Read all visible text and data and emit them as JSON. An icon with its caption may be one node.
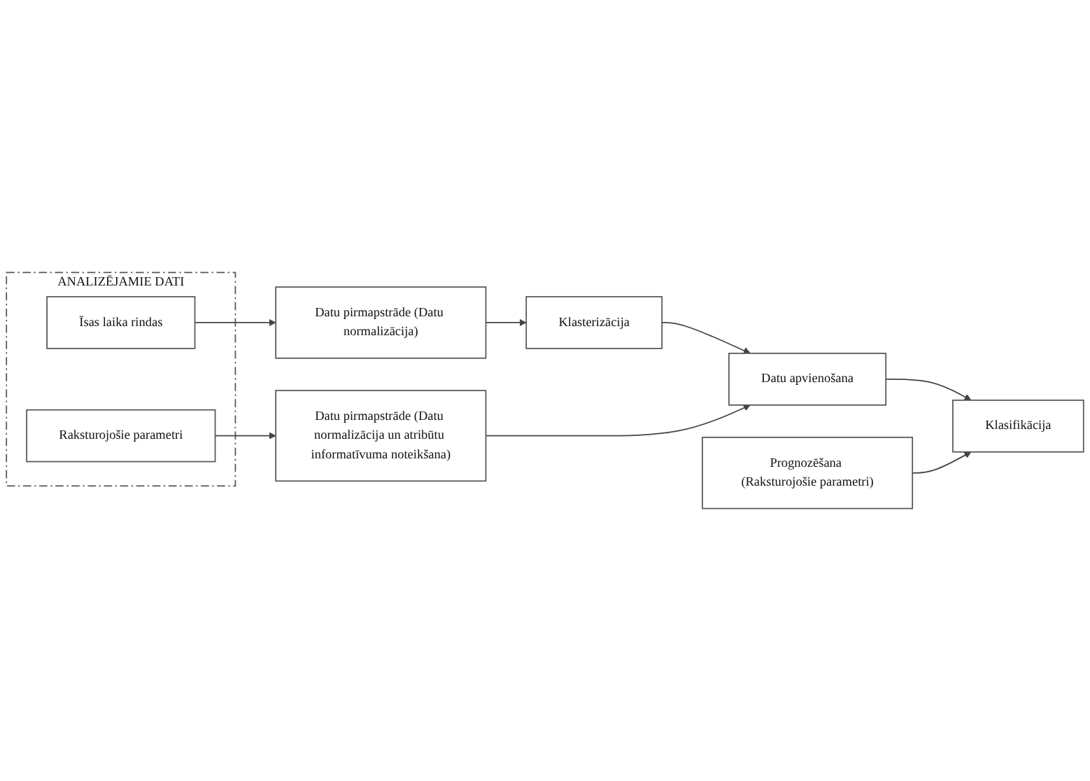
{
  "diagram": {
    "nodes": [
      {
        "text": [
          "ANALIZĒJAMIE DATI"
        ]
      },
      {
        "text": [
          "Īsas laika rindas"
        ],
        "in": 0
      },
      {
        "text": [
          "Datu pirmapstrāde (Datu normalizācija)"
        ]
      },
      {
        "text": [
          "Klasterizācija"
        ]
      },
      {
        "text": [
          "Raksturojošie parametri"
        ],
        "in": 0
      },
      {
        "text": [
          "Datu pirmapstrāde (Datu normalizācija un atribūtu informatīvuma noteikšana)"
        ]
      },
      {
        "text": [
          "Datu apvienošana"
        ]
      },
      {
        "text": [
          "Prognozēšana (Raksturojošie parametri)"
        ]
      },
      {
        "text": [
          "Klasifikācija"
        ]
      }
    ],
    "edges": [
      {
        "from": 1,
        "to": 2,
        "arrow": "to"
      },
      {
        "from": 2,
        "to": 3,
        "arrow": "to"
      },
      {
        "from": 3,
        "to": 6,
        "arrow": "to"
      },
      {
        "from": 4,
        "to": 5,
        "arrow": "to"
      },
      {
        "from": 5,
        "to": 6,
        "arrow": "to"
      },
      {
        "from": 6,
        "to": 8,
        "arrow": "to"
      },
      {
        "from": 7,
        "to": 8,
        "arrow": "to"
      }
    ]
  }
}
